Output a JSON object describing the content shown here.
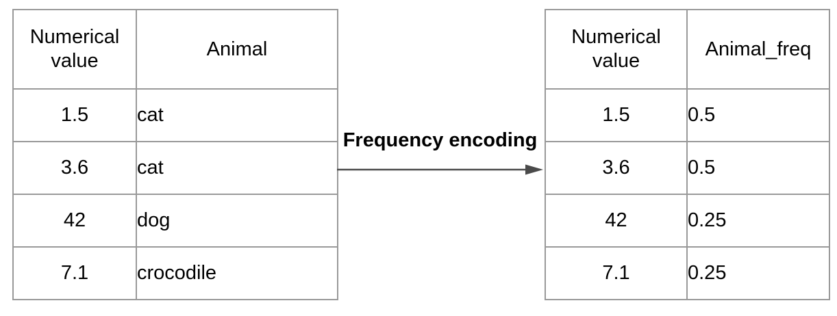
{
  "diagram": {
    "arrow_label": "Frequency encoding"
  },
  "left_table": {
    "headers": [
      "Numerical value",
      "Animal"
    ],
    "rows": [
      [
        "1.5",
        "cat"
      ],
      [
        "3.6",
        "cat"
      ],
      [
        "42",
        "dog"
      ],
      [
        "7.1",
        "crocodile"
      ]
    ]
  },
  "right_table": {
    "headers": [
      "Numerical value",
      "Animal_freq"
    ],
    "rows": [
      [
        "1.5",
        "0.5"
      ],
      [
        "3.6",
        "0.5"
      ],
      [
        "42",
        "0.25"
      ],
      [
        "7.1",
        "0.25"
      ]
    ]
  },
  "colors": {
    "background": "#ffffff",
    "table_border": "#999999",
    "text": "#000000",
    "arrow": "#4a4a4a"
  }
}
